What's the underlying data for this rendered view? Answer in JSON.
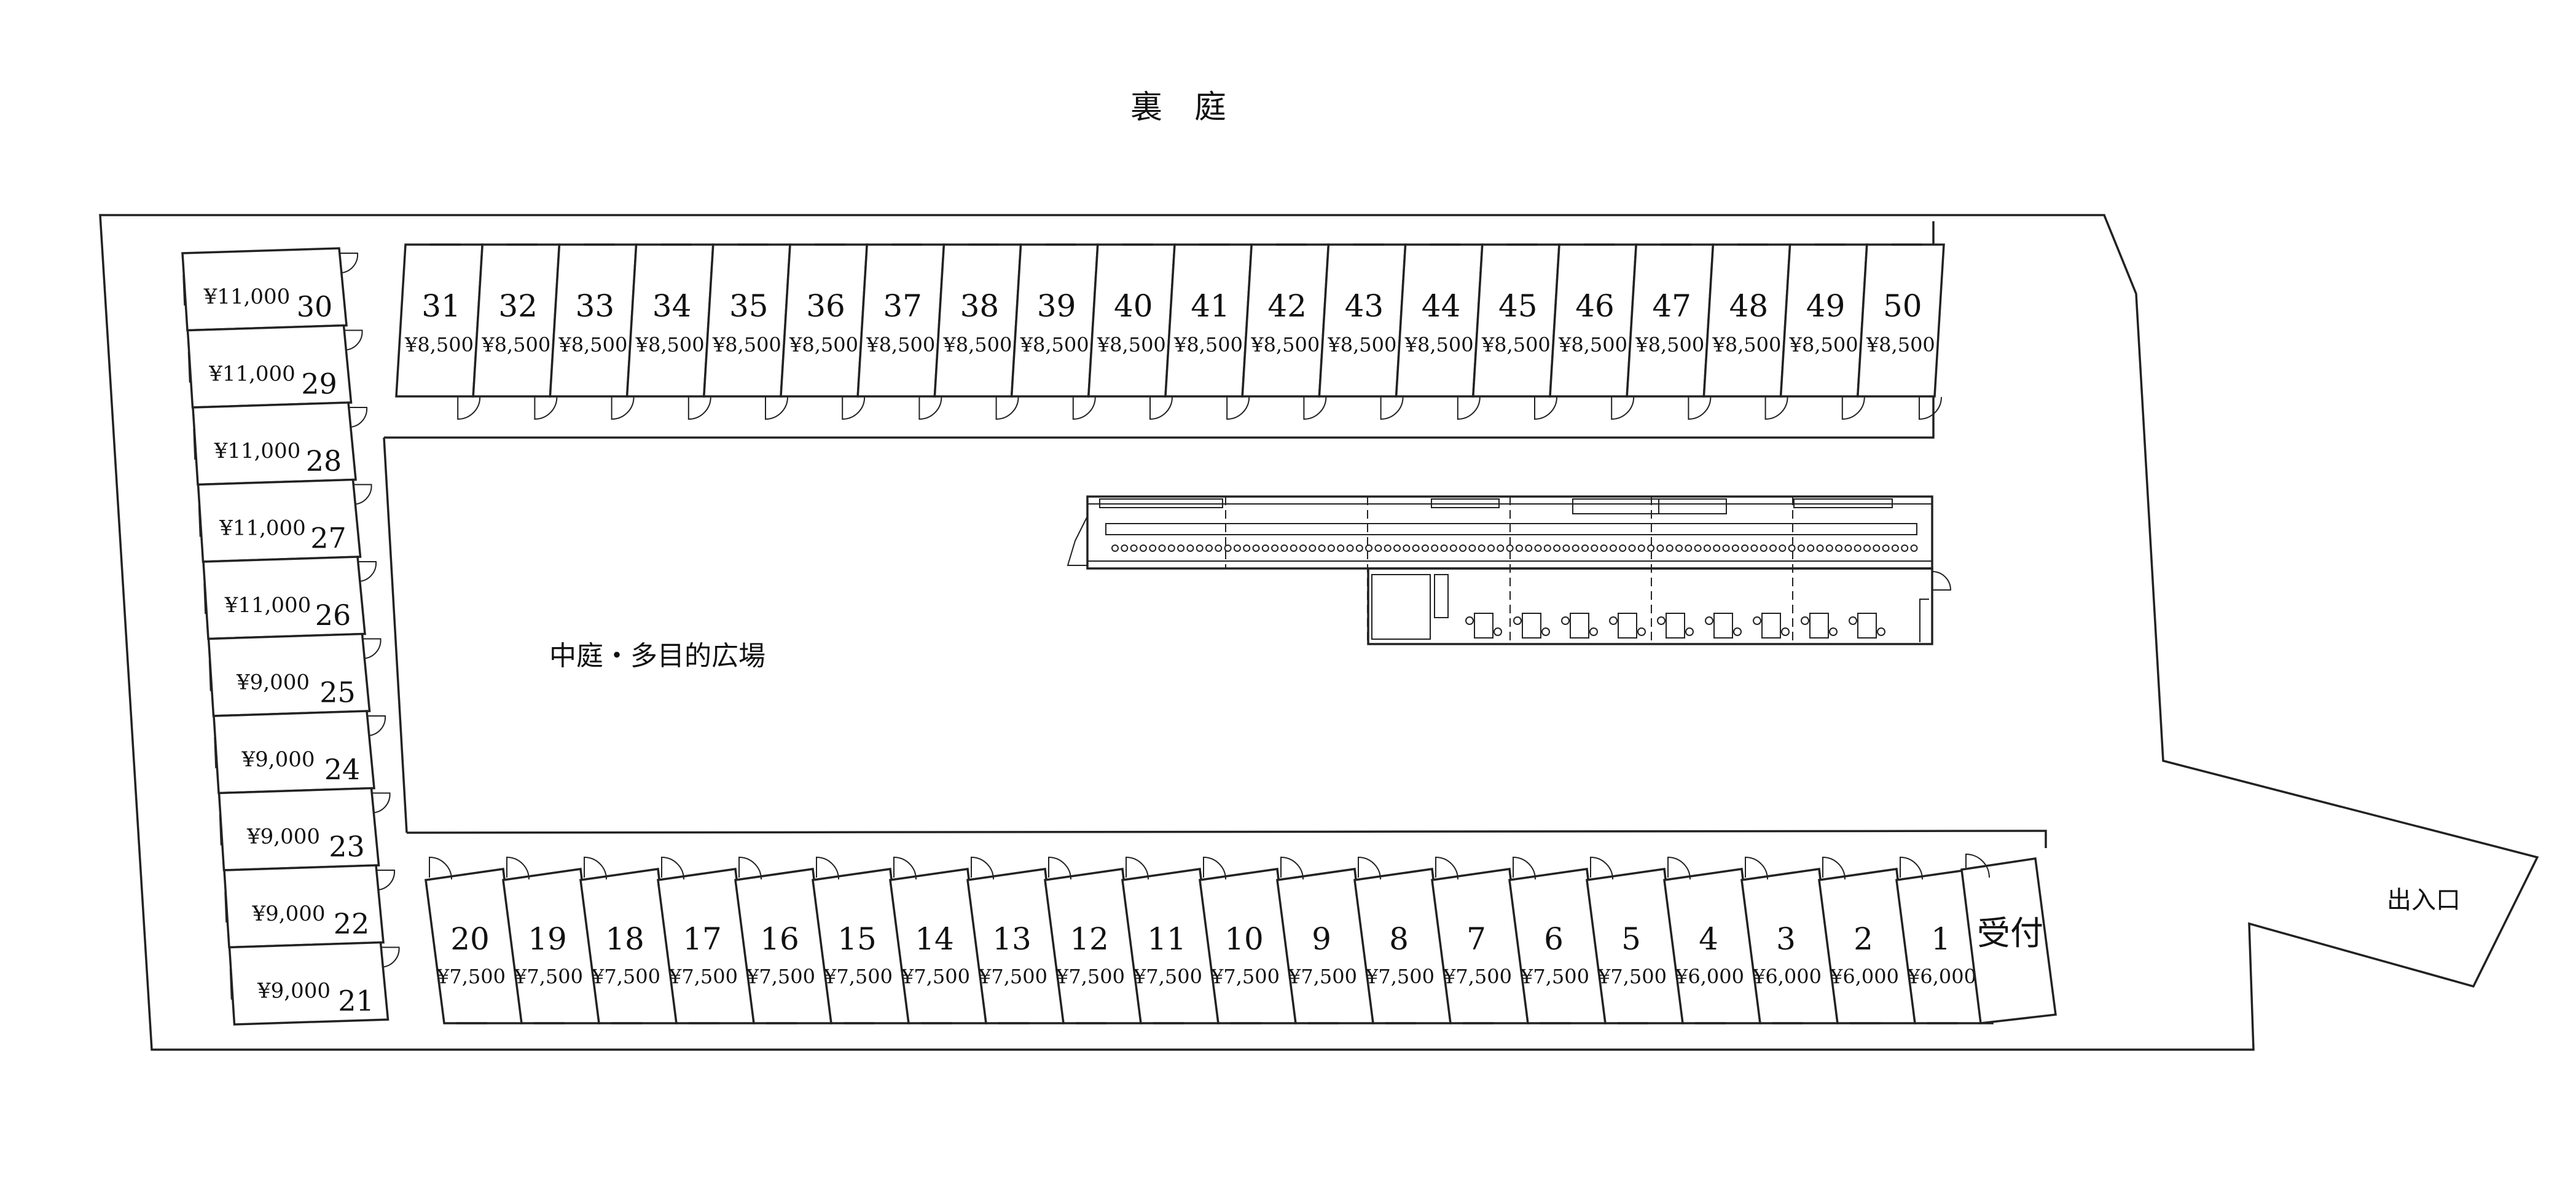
{
  "labels": {
    "backyard": "裏　庭",
    "plaza": "中庭・多目的広場",
    "entrance": "出入口",
    "reception": "受付"
  },
  "stalls": {
    "left": [
      {
        "no": "30",
        "price": "¥11,000"
      },
      {
        "no": "29",
        "price": "¥11,000"
      },
      {
        "no": "28",
        "price": "¥11,000"
      },
      {
        "no": "27",
        "price": "¥11,000"
      },
      {
        "no": "26",
        "price": "¥11,000"
      },
      {
        "no": "25",
        "price": "¥9,000"
      },
      {
        "no": "24",
        "price": "¥9,000"
      },
      {
        "no": "23",
        "price": "¥9,000"
      },
      {
        "no": "22",
        "price": "¥9,000"
      },
      {
        "no": "21",
        "price": "¥9,000"
      }
    ],
    "top": [
      {
        "no": "31",
        "price": "¥8,500"
      },
      {
        "no": "32",
        "price": "¥8,500"
      },
      {
        "no": "33",
        "price": "¥8,500"
      },
      {
        "no": "34",
        "price": "¥8,500"
      },
      {
        "no": "35",
        "price": "¥8,500"
      },
      {
        "no": "36",
        "price": "¥8,500"
      },
      {
        "no": "37",
        "price": "¥8,500"
      },
      {
        "no": "38",
        "price": "¥8,500"
      },
      {
        "no": "39",
        "price": "¥8,500"
      },
      {
        "no": "40",
        "price": "¥8,500"
      },
      {
        "no": "41",
        "price": "¥8,500"
      },
      {
        "no": "42",
        "price": "¥8,500"
      },
      {
        "no": "43",
        "price": "¥8,500"
      },
      {
        "no": "44",
        "price": "¥8,500"
      },
      {
        "no": "45",
        "price": "¥8,500"
      },
      {
        "no": "46",
        "price": "¥8,500"
      },
      {
        "no": "47",
        "price": "¥8,500"
      },
      {
        "no": "48",
        "price": "¥8,500"
      },
      {
        "no": "49",
        "price": "¥8,500"
      },
      {
        "no": "50",
        "price": "¥8,500"
      }
    ],
    "bottom": [
      {
        "no": "20",
        "price": "¥7,500"
      },
      {
        "no": "19",
        "price": "¥7,500"
      },
      {
        "no": "18",
        "price": "¥7,500"
      },
      {
        "no": "17",
        "price": "¥7,500"
      },
      {
        "no": "16",
        "price": "¥7,500"
      },
      {
        "no": "15",
        "price": "¥7,500"
      },
      {
        "no": "14",
        "price": "¥7,500"
      },
      {
        "no": "13",
        "price": "¥7,500"
      },
      {
        "no": "12",
        "price": "¥7,500"
      },
      {
        "no": "11",
        "price": "¥7,500"
      },
      {
        "no": "10",
        "price": "¥7,500"
      },
      {
        "no": "9",
        "price": "¥7,500"
      },
      {
        "no": "8",
        "price": "¥7,500"
      },
      {
        "no": "7",
        "price": "¥7,500"
      },
      {
        "no": "6",
        "price": "¥7,500"
      },
      {
        "no": "5",
        "price": "¥7,500"
      },
      {
        "no": "4",
        "price": "¥6,000"
      },
      {
        "no": "3",
        "price": "¥6,000"
      },
      {
        "no": "2",
        "price": "¥6,000"
      },
      {
        "no": "1",
        "price": "¥6,000"
      }
    ]
  }
}
